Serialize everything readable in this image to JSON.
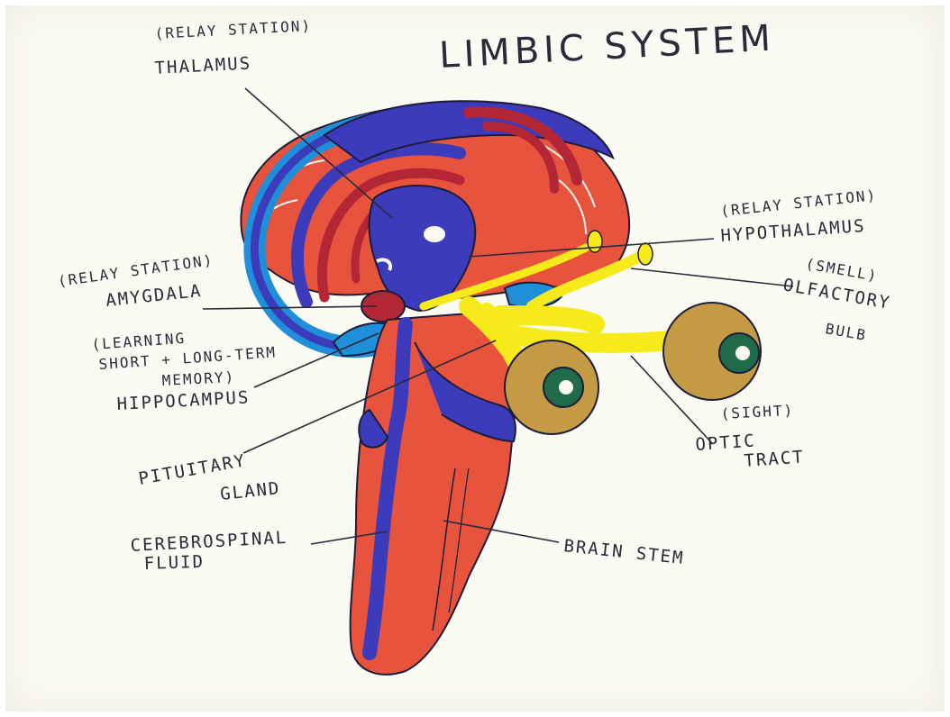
{
  "title": "LIMBIC SYSTEM",
  "labels": {
    "thalamus": {
      "note": "(RELAY STATION)",
      "name": "THALAMUS"
    },
    "hypothalamus": {
      "note": "(RELAY STATION)",
      "name": "HYPOTHALAMUS"
    },
    "amygdala": {
      "note": "(RELAY STATION)",
      "name": "AMYGDALA"
    },
    "olfactory_bulb": {
      "note": "(SMELL)",
      "name_line1": "OLFACTORY",
      "name_line2": "BULB"
    },
    "hippocampus": {
      "note_line1": "(LEARNING",
      "note_line2": "SHORT + LONG-TERM",
      "note_line3": "MEMORY)",
      "name": "HIPPOCAMPUS"
    },
    "optic_tract": {
      "note": "(SIGHT)",
      "name_line1": "OPTIC",
      "name_line2": "TRACT"
    },
    "pituitary_gland": {
      "name_line1": "PITUITARY",
      "name_line2": "GLAND"
    },
    "cerebrospinal_fluid": {
      "name_line1": "CEREBROSPINAL",
      "name_line2": "FLUID"
    },
    "brain_stem": {
      "name": "BRAIN STEM"
    }
  },
  "colors": {
    "red": "#e8533e",
    "dark_red": "#b32635",
    "blue": "#3b3bbb",
    "light_blue": "#1e8fd8",
    "yellow": "#f6ea1a",
    "tan": "#c49a45",
    "green": "#1f6b4a"
  }
}
